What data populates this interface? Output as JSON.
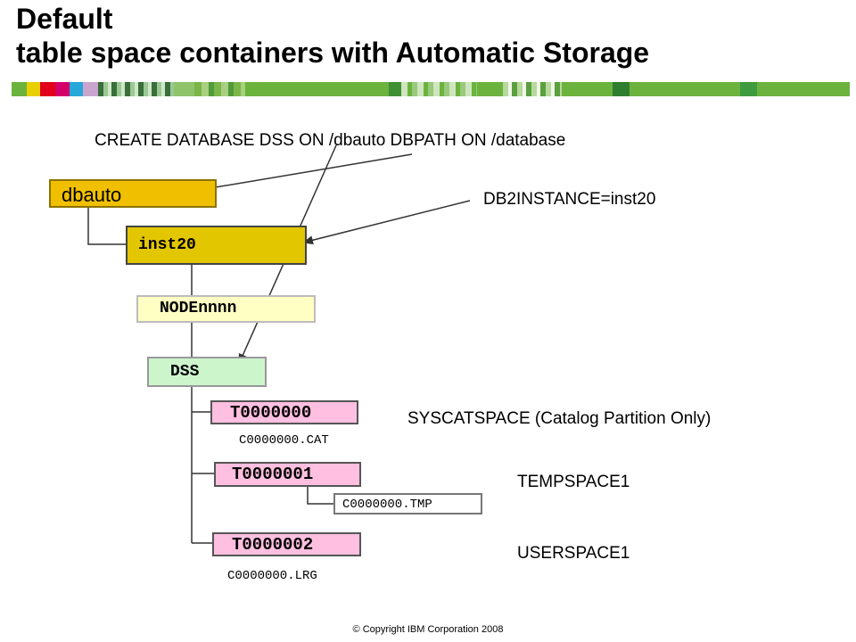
{
  "slide": {
    "title_line1": "Default",
    "title_line2": "table space containers with Automatic Storage",
    "copyright": "© Copyright IBM Corporation 2008"
  },
  "diagram": {
    "nodes": {
      "dbauto": "dbauto",
      "inst20": "inst20",
      "node": "NODEnnnn",
      "dss": "DSS",
      "t0": "T0000000",
      "t1": "T0000001",
      "t2": "T0000002",
      "c_tmp": "C0000000.TMP"
    },
    "container_labels": {
      "cat": "C0000000.CAT",
      "lrg": "C0000000.LRG"
    },
    "annotations": {
      "create_cmd": "CREATE DATABASE DSS ON /dbauto DBPATH ON /database",
      "instance": "DB2INSTANCE=inst20",
      "syscat": "SYSCATSPACE (Catalog Partition Only)",
      "temp": "TEMPSPACE1",
      "user": "USERSPACE1"
    },
    "colors": {
      "dbauto_fill": "#f0c000",
      "inst20_fill": "#e2c600",
      "node_fill": "#ffffc4",
      "dss_fill": "#ccf5cc",
      "tablespace_fill": "#ffbfe0",
      "container_fill": "#ffffff"
    }
  }
}
